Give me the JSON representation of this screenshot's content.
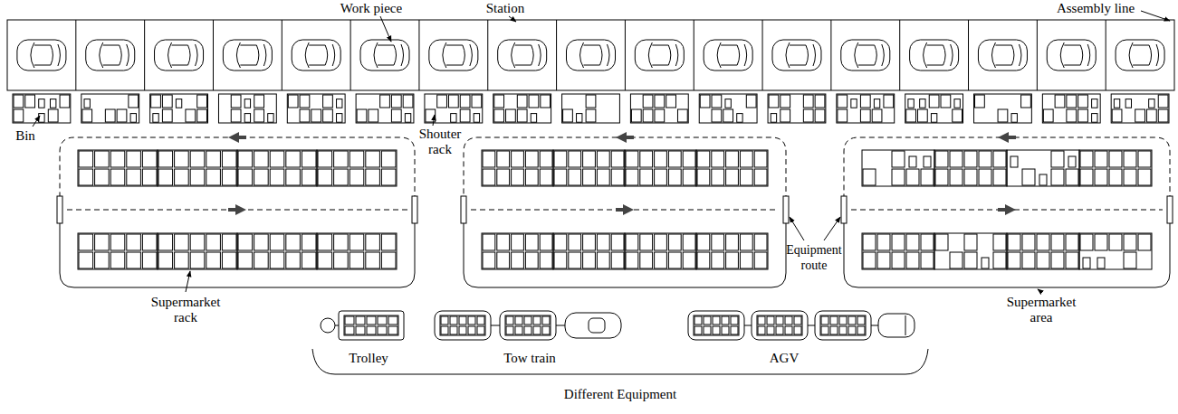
{
  "diagram": {
    "labels": [
      "Work piece",
      "Station",
      "Assembly line",
      "Bin",
      "Shouter rack",
      "Supermarket rack",
      "Equipment route",
      "Supermarket area",
      "Trolley",
      "Tow train",
      "AGV",
      "Different Equipment"
    ]
  }
}
